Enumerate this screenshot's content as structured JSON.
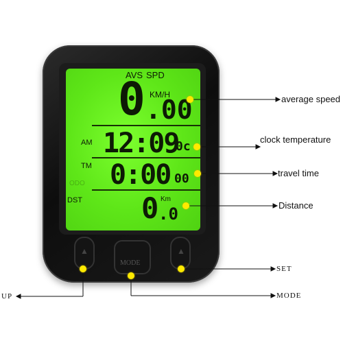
{
  "display": {
    "avs": "AVS",
    "spd": "SPD",
    "speed_integer": "0",
    "speed_decimal": ".00",
    "speed_unit": "KM/H",
    "am": "AM",
    "clock": "12:09",
    "clock_suffix": "0c",
    "tm": "TM",
    "travel_time": "0:00",
    "travel_seconds": "00",
    "dst": "DST",
    "distance_unit": "Km",
    "distance_integer": "0",
    "distance_decimal": ".0",
    "faint_label": "ODO"
  },
  "buttons": {
    "mode_label": "MODE"
  },
  "callouts": {
    "average_speed": "average speed",
    "clock_temperature": "clock  temperature",
    "travel_time": "travel time",
    "distance": "Distance",
    "set": "SET",
    "up": "UP",
    "mode": "MODE"
  },
  "colors": {
    "lcd_green": "#5ee618",
    "dot_yellow": "#ffea00",
    "device_black": "#111111"
  }
}
